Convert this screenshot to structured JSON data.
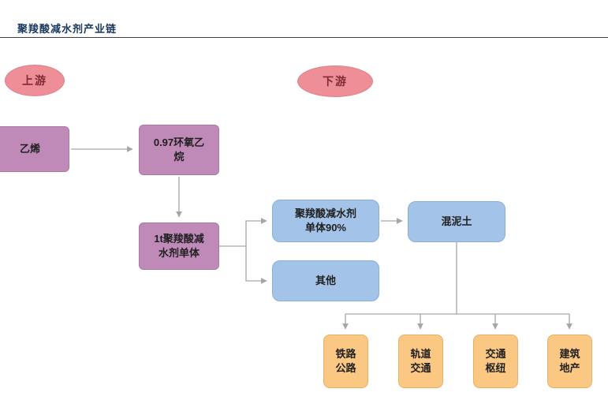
{
  "title": "聚羧酸减水剂产业链",
  "stages": {
    "upstream": "上游",
    "downstream": "下游"
  },
  "nodes": {
    "ethylene": "乙烯",
    "ethylene_oxide": "0.97环氧乙\n烷",
    "monomer": "1t聚羧酸减\n水剂单体",
    "monomer_90": "聚羧酸减水剂\n单体90%",
    "other": "其他",
    "concrete": "混泥土",
    "railway_highway": "铁路\n公路",
    "rail_transit": "轨道\n交通",
    "transport_hub": "交通\n枢纽",
    "construction_realestate": "建筑\n地产"
  },
  "colors": {
    "purple_node": "#c08ab8",
    "blue_node": "#a3c4e8",
    "orange_node": "#fac882",
    "pink_ellipse": "#ee8e96",
    "connector_line": "#a6a6a6",
    "title_text": "#17375e"
  }
}
